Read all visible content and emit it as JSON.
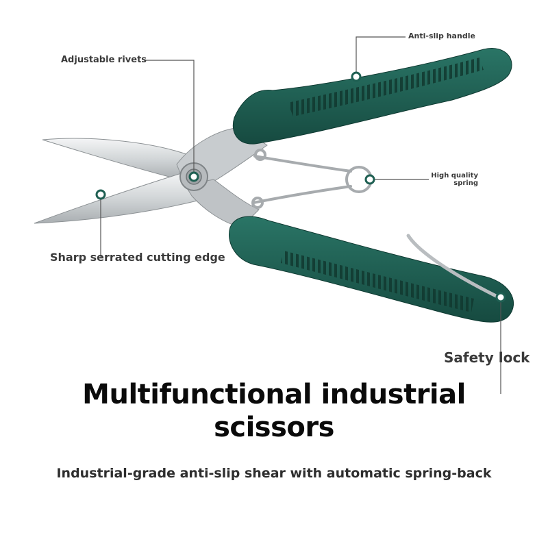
{
  "callouts": {
    "rivets": "Adjustable rivets",
    "handle": "Anti-slip handle",
    "spring": "High quality spring",
    "edge": "Sharp serrated cutting edge",
    "lock": "Safety lock"
  },
  "headline": {
    "line1": "Multifunctional industrial",
    "line2": "scissors"
  },
  "tagline": "Industrial-grade anti-slip shear with automatic spring-back",
  "colors": {
    "handle_green": "#1e5f52",
    "handle_dark": "#134038",
    "blade_steel": "#d9dcde",
    "leader_line": "#555555"
  }
}
